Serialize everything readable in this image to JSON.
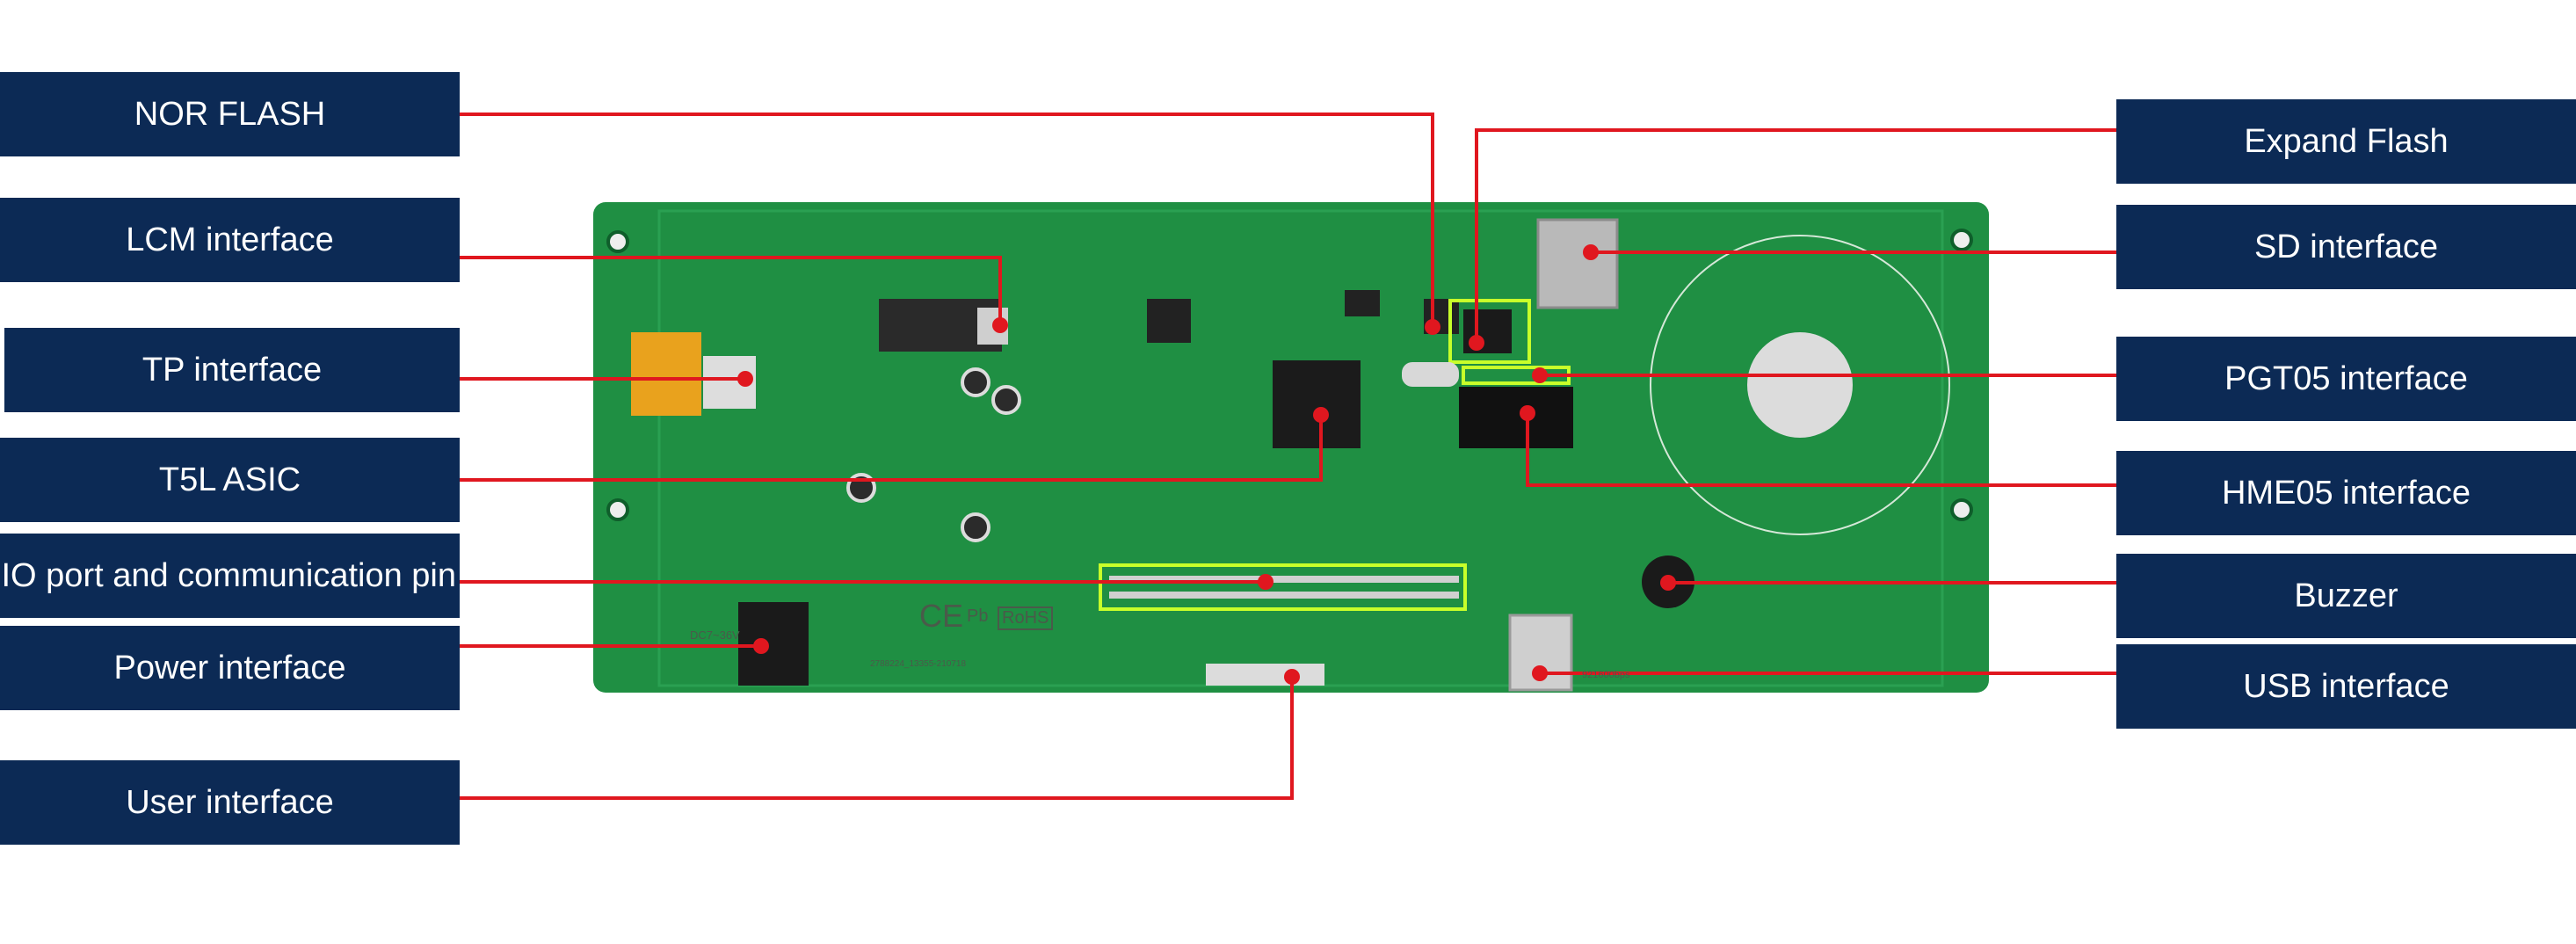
{
  "colors": {
    "label_bg": "#0c2a55",
    "label_text": "#ffffff",
    "leader_line": "#e0171f",
    "pcb": "#1f8f43",
    "highlight": "#c8ff2a"
  },
  "labels": {
    "nor_flash": "NOR FLASH",
    "lcm_interface": "LCM interface",
    "tp_interface": "TP interface",
    "t5l_asic": "T5L ASIC",
    "io_port": "IO port and communication pin",
    "power_interface": "Power interface",
    "user_interface": "User interface",
    "expand_flash": "Expand Flash",
    "sd_interface": "SD interface",
    "pgt05_interface": "PGT05 interface",
    "hme05_interface": "HME05 interface",
    "buzzer": "Buzzer",
    "usb_interface": "USB interface"
  },
  "board_marks": {
    "dc_label": "DC7~36V",
    "ce_mark": "CE",
    "pb_mark": "Pb",
    "rohs_mark": "RoHS",
    "serial": "2788224_13355-210718",
    "baud": "921600bps"
  }
}
